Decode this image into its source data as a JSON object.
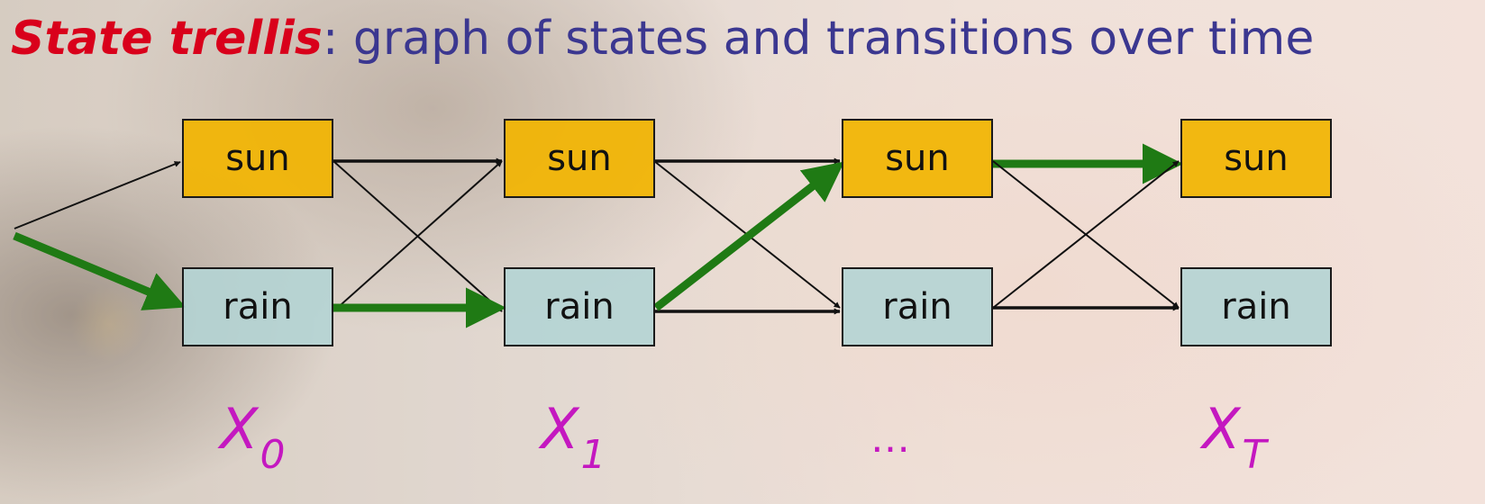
{
  "title": {
    "emphasis": "State trellis",
    "rest": ": graph of states and transitions over time"
  },
  "columns": [
    {
      "var": "X",
      "sub": "0",
      "states": [
        "sun",
        "rain"
      ]
    },
    {
      "var": "X",
      "sub": "1",
      "states": [
        "sun",
        "rain"
      ]
    },
    {
      "var": "",
      "sub": "",
      "states": [
        "sun",
        "rain"
      ]
    },
    {
      "var": "X",
      "sub": "T",
      "states": [
        "sun",
        "rain"
      ]
    }
  ],
  "ellipsis": "…",
  "colors": {
    "title_emphasis": "#d9001b",
    "title_text": "#3b3790",
    "sun_box": "#f2b400",
    "rain_box": "#b4d4d4",
    "label": "#c418c0",
    "edge": "#111111",
    "highlight_path": "#1f7a14"
  },
  "highlighted_path": [
    "start",
    "rain",
    "rain",
    "sun",
    "sun"
  ]
}
